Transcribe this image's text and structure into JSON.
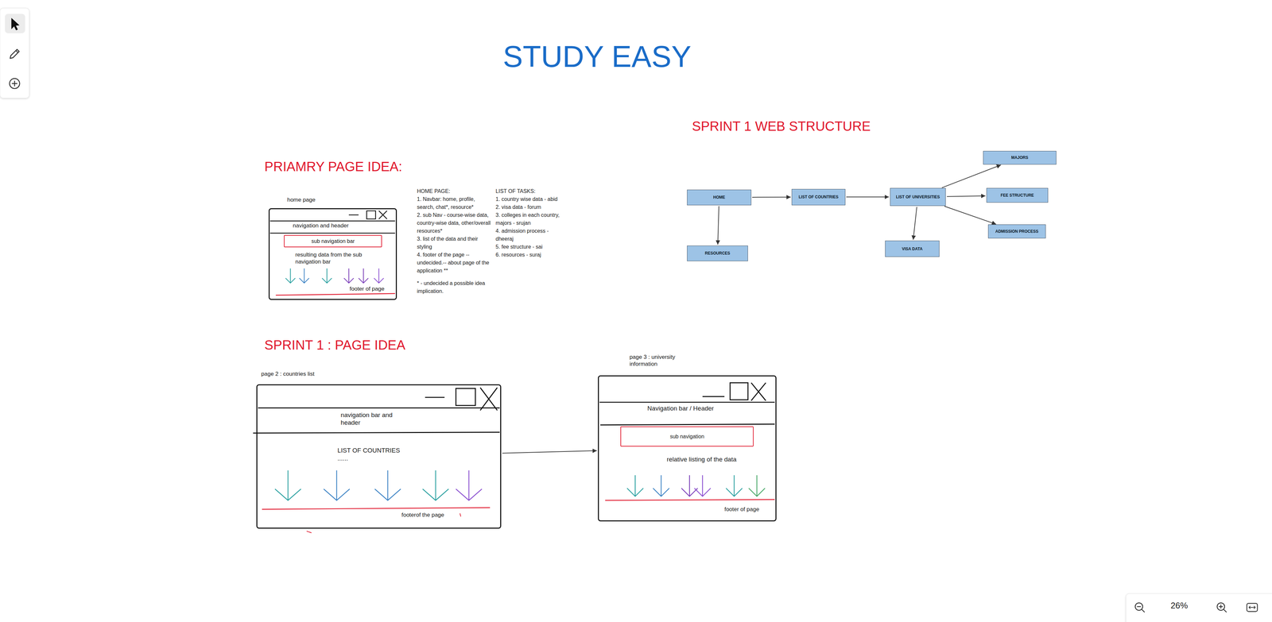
{
  "diagram": {
    "title": "STUDY EASY",
    "nodes": [
      {
        "text": [
          "home page",
          "navigation and header",
          "resulting data from the sub navigation bar",
          "footer of page"
        ]
      },
      {
        "text": [
          "sub navigation bar"
        ],
        "in": 0
      },
      {
        "text": [
          "HOME"
        ]
      },
      {
        "text": [
          "LIST OF COUNTRIES"
        ]
      },
      {
        "text": [
          "LIST OF UNIVERSITIES"
        ]
      },
      {
        "text": [
          "MAJORS"
        ]
      },
      {
        "text": [
          "FEE STRUCTURE"
        ]
      },
      {
        "text": [
          "ADMISSION PROCESS"
        ]
      },
      {
        "text": [
          "VISA DATA"
        ]
      },
      {
        "text": [
          "RESOURCES"
        ]
      },
      {
        "text": [
          "page 2 : countries list",
          "navigation bar and header",
          "LIST OF COUNTRIES ......",
          "footerof the page"
        ]
      },
      {
        "text": [
          "page 3 : university information",
          "Navigation bar / Header",
          "relative listing of the data",
          "footer of page"
        ]
      },
      {
        "text": [
          "sub navigation"
        ],
        "in": 11
      }
    ],
    "edges": [
      {
        "from": 2,
        "to": 3,
        "arrow": "to"
      },
      {
        "from": 2,
        "to": 9,
        "arrow": "to"
      },
      {
        "from": 3,
        "to": 4,
        "arrow": "to"
      },
      {
        "from": 4,
        "to": 5,
        "arrow": "to"
      },
      {
        "from": 4,
        "to": 6,
        "arrow": "to"
      },
      {
        "from": 4,
        "to": 7,
        "arrow": "to"
      },
      {
        "from": 4,
        "to": 8,
        "arrow": "to"
      },
      {
        "from": 10,
        "to": 11,
        "arrow": "to"
      }
    ],
    "labels": [
      "PRIAMRY PAGE IDEA:",
      "SPRINT 1 WEB STRUCTURE",
      "SPRINT 1 : PAGE IDEA",
      "HOME PAGE:",
      "1. Navbar: home, profile, search, chat*, resource*",
      "2. sub Nav - course-wise data, country-wise data, other/overall resources*",
      "3. list of the data and their styling",
      "4. footer of the page -- undecided.-- about page of the application **",
      "* - undecided a possible idea implication.",
      "LIST OF TASKS:",
      "1. country wise data - abid",
      "2. visa data - forum",
      "3. colleges in each country, majors - srujan",
      "4. admission process - dheeraj",
      "5. fee structure - sai",
      "6. resources - suraj",
      "26%"
    ]
  }
}
